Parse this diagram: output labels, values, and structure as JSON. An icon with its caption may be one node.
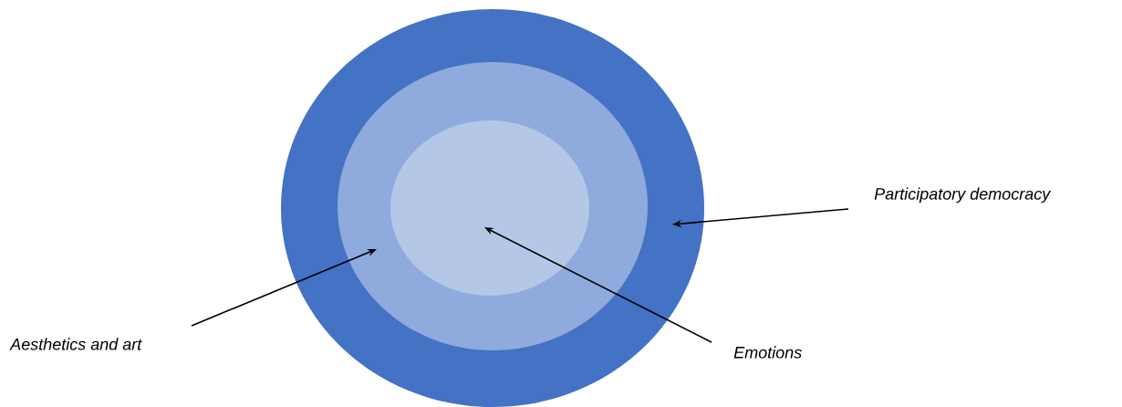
{
  "diagram": {
    "nodes": [
      {
        "text": [],
        "shape": "circle"
      },
      {
        "text": [],
        "shape": "circle",
        "in": 0
      },
      {
        "text": [],
        "shape": "circle",
        "in": 1
      },
      {
        "text": [
          "Participatory democracy"
        ]
      },
      {
        "text": [
          "Aesthetics and art"
        ]
      },
      {
        "text": [
          "Emotions"
        ]
      }
    ],
    "edges": [
      {
        "from": 3,
        "to": 0,
        "arrow": "to"
      },
      {
        "from": 4,
        "to": 1,
        "arrow": "to"
      },
      {
        "from": 5,
        "to": 2,
        "arrow": "to"
      }
    ]
  }
}
